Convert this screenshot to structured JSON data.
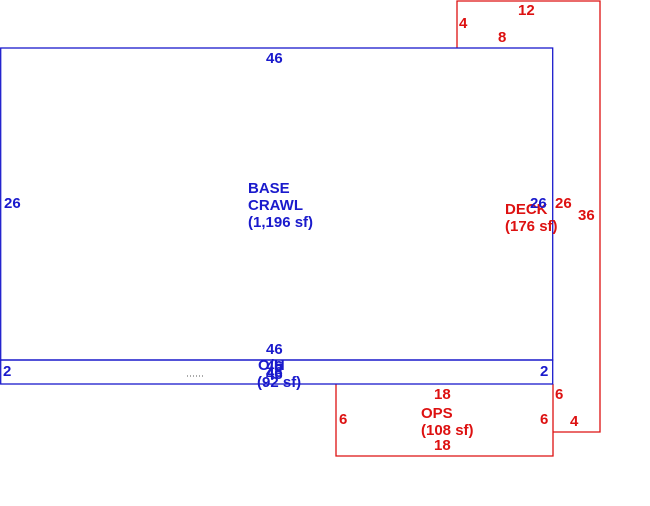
{
  "colors": {
    "base": "#1a1acc",
    "deck": "#dd1111"
  },
  "base": {
    "name_line1": "BASE",
    "name_line2": "CRAWL",
    "area": "(1,196 sf)",
    "dim_top": "46",
    "dim_left": "26",
    "dim_right": "26",
    "dim_bottom": "46"
  },
  "oh": {
    "name": "O/H",
    "area": "(92 sf)",
    "dim_top": "46",
    "dim_left": "2",
    "dim_right": "2",
    "dim_bottom_a": "46",
    "dim_bottom_b": "46"
  },
  "deck": {
    "name": "DECK",
    "area": "(176 sf)",
    "dim_top": "12",
    "dim_left_top": "4",
    "dim_inner_top": "8",
    "dim_inner_side": "26",
    "dim_right": "36",
    "dim_lower_side": "6",
    "dim_bottom": "4"
  },
  "ops": {
    "name": "OPS",
    "area": "(108 sf)",
    "dim_top": "18",
    "dim_bottom": "18",
    "dim_left": "6",
    "dim_right": "6"
  }
}
